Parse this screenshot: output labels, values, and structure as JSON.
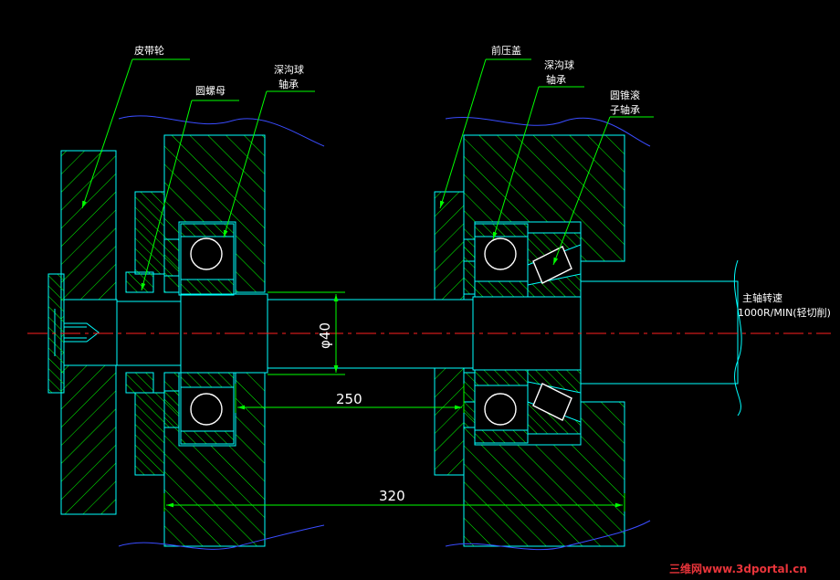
{
  "labels": {
    "pulley": "皮带轮",
    "round_nut": "圆螺母",
    "deep_groove_left_1": "深沟球",
    "deep_groove_left_2": "轴承",
    "front_cover": "前压盖",
    "deep_groove_right_1": "深沟球",
    "deep_groove_right_2": "轴承",
    "tapered_1": "圆锥滚",
    "tapered_2": "子轴承",
    "spindle_speed_1": "主轴转速",
    "spindle_speed_2": "1000R/MIN(轻切削)"
  },
  "dimensions": {
    "diameter": "φ40",
    "span_bearings": "250",
    "span_housing": "320"
  },
  "watermark": "三维网www.3dportal.cn",
  "colors": {
    "background": "#000000",
    "outline": "#00ffff",
    "hatch": "#00ff00",
    "leader": "#00ff00",
    "centerline": "#ff0000",
    "text": "#ffffff",
    "housing_break": "#0000ff",
    "watermark": "#e8343a"
  }
}
